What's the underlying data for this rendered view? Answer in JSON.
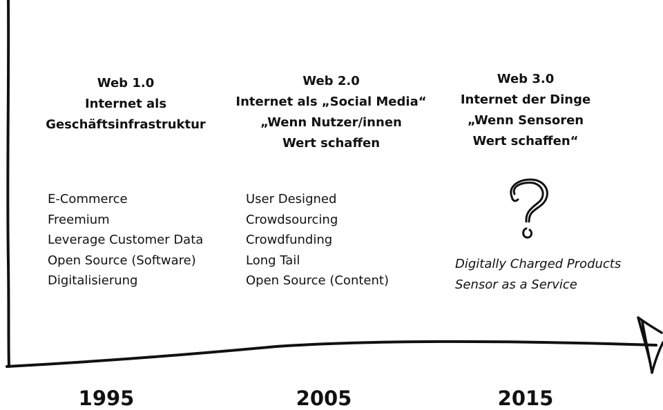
{
  "eras": [
    {
      "year": "1995",
      "heading": [
        "Web 1.0",
        "Internet als",
        "Geschäftsinfrastruktur"
      ],
      "items": [
        "E-Commerce",
        "Freemium",
        "Leverage Customer Data",
        "Open Source (Software)",
        "Digitalisierung"
      ]
    },
    {
      "year": "2005",
      "heading": [
        "Web 2.0",
        "Internet als „Social Media“",
        "„Wenn Nutzer/innen",
        "Wert schaffen"
      ],
      "items": [
        "User Designed",
        "Crowdsourcing",
        "Crowdfunding",
        "Long Tail",
        "Open Source (Content)"
      ]
    },
    {
      "year": "2015",
      "heading": [
        "Web 3.0",
        "Internet der Dinge",
        "„Wenn Sensoren",
        "Wert schaffen“"
      ],
      "items": [
        "Digitally Charged Products",
        "Sensor as a Service"
      ],
      "icon": "question-mark-icon"
    }
  ],
  "colors": {
    "ink": "#111111",
    "background": "#ffffff"
  }
}
